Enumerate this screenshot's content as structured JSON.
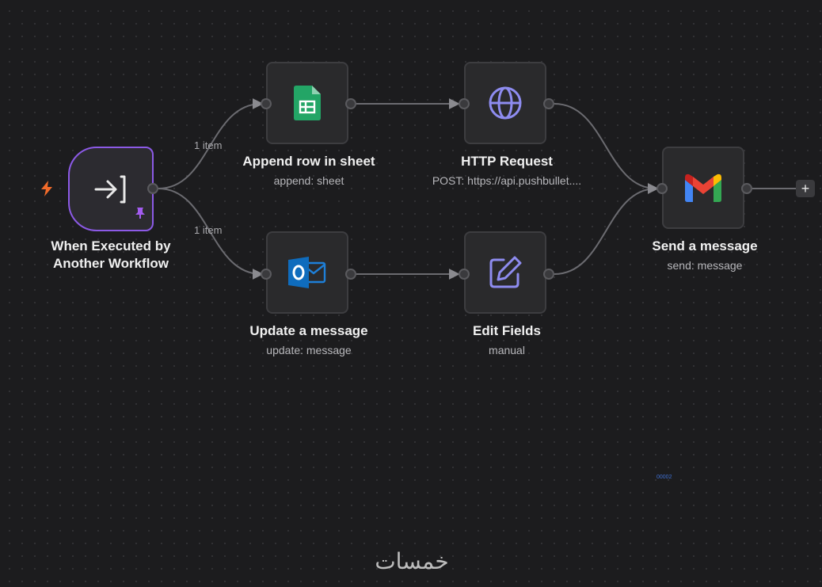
{
  "nodes": {
    "trigger": {
      "title": "When Executed by Another Workflow",
      "subtitle": "",
      "icon": "sign-in-arrow-icon",
      "pinned_icon": "pin-icon"
    },
    "append_row": {
      "title": "Append row in sheet",
      "subtitle": "append: sheet",
      "icon": "google-sheets-icon"
    },
    "http_request": {
      "title": "HTTP Request",
      "subtitle": "POST: https://api.pushbullet....",
      "icon": "globe-icon"
    },
    "send_message": {
      "title": "Send a message",
      "subtitle": "send: message",
      "icon": "gmail-icon"
    },
    "update_message": {
      "title": "Update a message",
      "subtitle": "update: message",
      "icon": "outlook-icon"
    },
    "edit_fields": {
      "title": "Edit Fields",
      "subtitle": "manual",
      "icon": "edit-pencil-icon"
    }
  },
  "edges": {
    "trigger_to_append_label": "1 item",
    "trigger_to_update_label": "1 item"
  },
  "add_button": {
    "label": "+"
  },
  "tiny_label": "00002",
  "watermark": "خمسات",
  "colors": {
    "canvas_bg": "#1c1c1e",
    "trigger_border": "#8c5ae6",
    "bolt": "#f26b2a",
    "edge": "#6b6b70",
    "sheets_green": "#23a566",
    "outlook_blue": "#0f6cbd",
    "globe_purple": "#8e8cf0",
    "edit_purple": "#8e8cf0"
  }
}
